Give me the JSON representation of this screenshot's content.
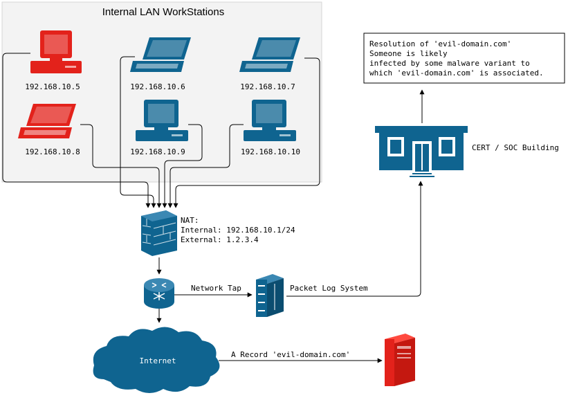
{
  "lan": {
    "title": "Internal LAN WorkStations",
    "workstations": [
      {
        "ip": "192.168.10.5",
        "kind": "desktop",
        "status": "infected",
        "color": "#e3221b"
      },
      {
        "ip": "192.168.10.6",
        "kind": "laptop",
        "status": "clean",
        "color": "#0f6490"
      },
      {
        "ip": "192.168.10.7",
        "kind": "laptop",
        "status": "clean",
        "color": "#0f6490"
      },
      {
        "ip": "192.168.10.8",
        "kind": "laptop",
        "status": "infected",
        "color": "#e3221b"
      },
      {
        "ip": "192.168.10.9",
        "kind": "desktop",
        "status": "clean",
        "color": "#0f6490"
      },
      {
        "ip": "192.168.10.10",
        "kind": "desktop",
        "status": "clean",
        "color": "#0f6490"
      }
    ]
  },
  "firewall": {
    "icon": "firewall-icon",
    "lines": [
      "NAT:",
      "Internal: 192.168.10.1/24",
      "External: 1.2.3.4"
    ]
  },
  "router": {
    "icon": "router-icon"
  },
  "tap": {
    "label": "Network Tap"
  },
  "packet_log": {
    "label": "Packet Log System",
    "icon": "server-rack-icon"
  },
  "internet": {
    "label": "Internet",
    "icon": "cloud-icon"
  },
  "dns": {
    "label": "A Record 'evil-domain.com'",
    "icon": "malicious-server-icon"
  },
  "building": {
    "label": "CERT / SOC Building",
    "icon": "building-icon"
  },
  "note": {
    "lines": [
      "Resolution of 'evil-domain.com'",
      "Someone is likely",
      "infected by some malware variant to",
      "which 'evil-domain.com' is associated."
    ]
  },
  "colors": {
    "brand": "#0f6490",
    "alert": "#e3221b",
    "panel": "#f3f3f3"
  }
}
